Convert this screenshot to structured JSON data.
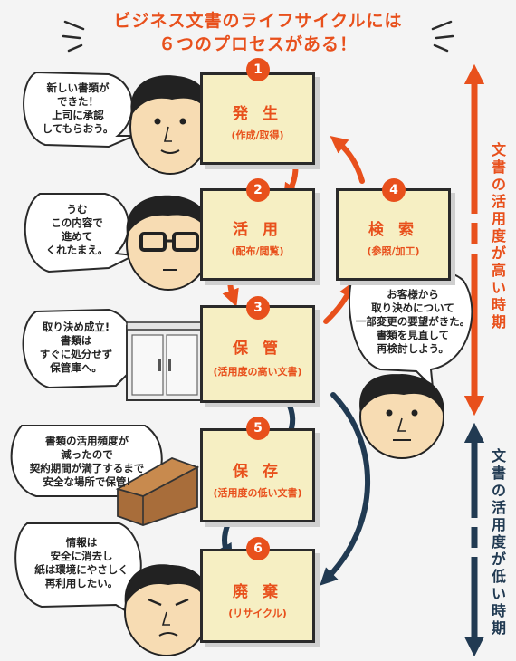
{
  "header": {
    "line1": "ビジネス文書のライフサイクルには",
    "line2": "６つのプロセスがある！"
  },
  "steps": [
    {
      "num": "1",
      "title": "発 生",
      "sub": "(作成/取得)"
    },
    {
      "num": "2",
      "title": "活 用",
      "sub": "(配布/閲覧)"
    },
    {
      "num": "3",
      "title": "保 管",
      "sub": "(活用度の高い文書)"
    },
    {
      "num": "4",
      "title": "検 索",
      "sub": "(参照/加工)"
    },
    {
      "num": "5",
      "title": "保 存",
      "sub": "(活用度の低い文書)"
    },
    {
      "num": "6",
      "title": "廃 棄",
      "sub": "(リサイクル)"
    }
  ],
  "bubbles": {
    "b1": [
      "新しい書類が",
      "できた！",
      "上司に承認",
      "してもらおう。"
    ],
    "b2": [
      "うむ",
      "この内容で",
      "進めて",
      "くれたまえ。"
    ],
    "b3": [
      "取り決め成立!",
      "書類は",
      "すぐに処分せず",
      "保管庫へ。"
    ],
    "b4": [
      "お客様から",
      "取り決めについて",
      "一部変更の要望がきた。",
      "書類を見直して",
      "再検討しよう。"
    ],
    "b5": [
      "書類の活用頻度が",
      "減ったので",
      "契約期間が満了するまで",
      "安全な場所で保管!"
    ],
    "b6": [
      "情報は",
      "安全に消去し",
      "紙は環境にやさしく",
      "再利用したい。"
    ]
  },
  "side": {
    "high": [
      "文",
      "書",
      "の",
      "活",
      "用",
      "度",
      "が",
      "高",
      "い",
      "時",
      "期"
    ],
    "low": [
      "文",
      "書",
      "の",
      "活",
      "用",
      "度",
      "が",
      "低",
      "い",
      "時",
      "期"
    ]
  },
  "colors": {
    "accent": "#e8501c",
    "box": "#f6efc3",
    "ink": "#2a2a2a",
    "navy": "#213a52"
  }
}
